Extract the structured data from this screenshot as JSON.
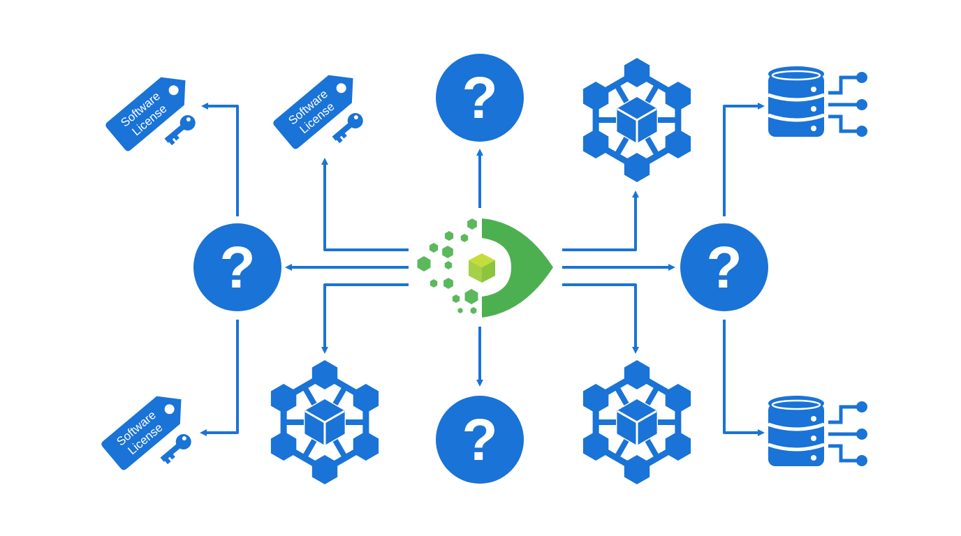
{
  "colors": {
    "primary": "#1a73d6",
    "logo_green": "#4cb050",
    "logo_cube": "#a4cf3a",
    "background": "#ffffff"
  },
  "center_logo": {
    "icon": "green-hexagon-eye-cube-logo"
  },
  "question_nodes": [
    {
      "id": "top",
      "symbol": "?",
      "icon": "question-circle-icon"
    },
    {
      "id": "left",
      "symbol": "?",
      "icon": "question-circle-icon"
    },
    {
      "id": "right",
      "symbol": "?",
      "icon": "question-circle-icon"
    },
    {
      "id": "bottom",
      "symbol": "?",
      "icon": "question-circle-icon"
    }
  ],
  "license_nodes": [
    {
      "id": "top-left",
      "line1": "Software",
      "line2": "License",
      "icon": "license-tag-key-icon"
    },
    {
      "id": "top-inner",
      "line1": "Software",
      "line2": "License",
      "icon": "license-tag-key-icon"
    },
    {
      "id": "bottom-left",
      "line1": "Software",
      "line2": "License",
      "icon": "license-tag-key-icon"
    }
  ],
  "network_nodes": [
    {
      "id": "top-right",
      "icon": "hexagon-cube-network-icon"
    },
    {
      "id": "bottom-inner",
      "icon": "hexagon-cube-network-icon"
    },
    {
      "id": "bottom-right",
      "icon": "hexagon-cube-network-icon"
    }
  ],
  "database_nodes": [
    {
      "id": "top-right",
      "icon": "database-connections-icon"
    },
    {
      "id": "bottom-right",
      "icon": "database-connections-icon"
    }
  ]
}
